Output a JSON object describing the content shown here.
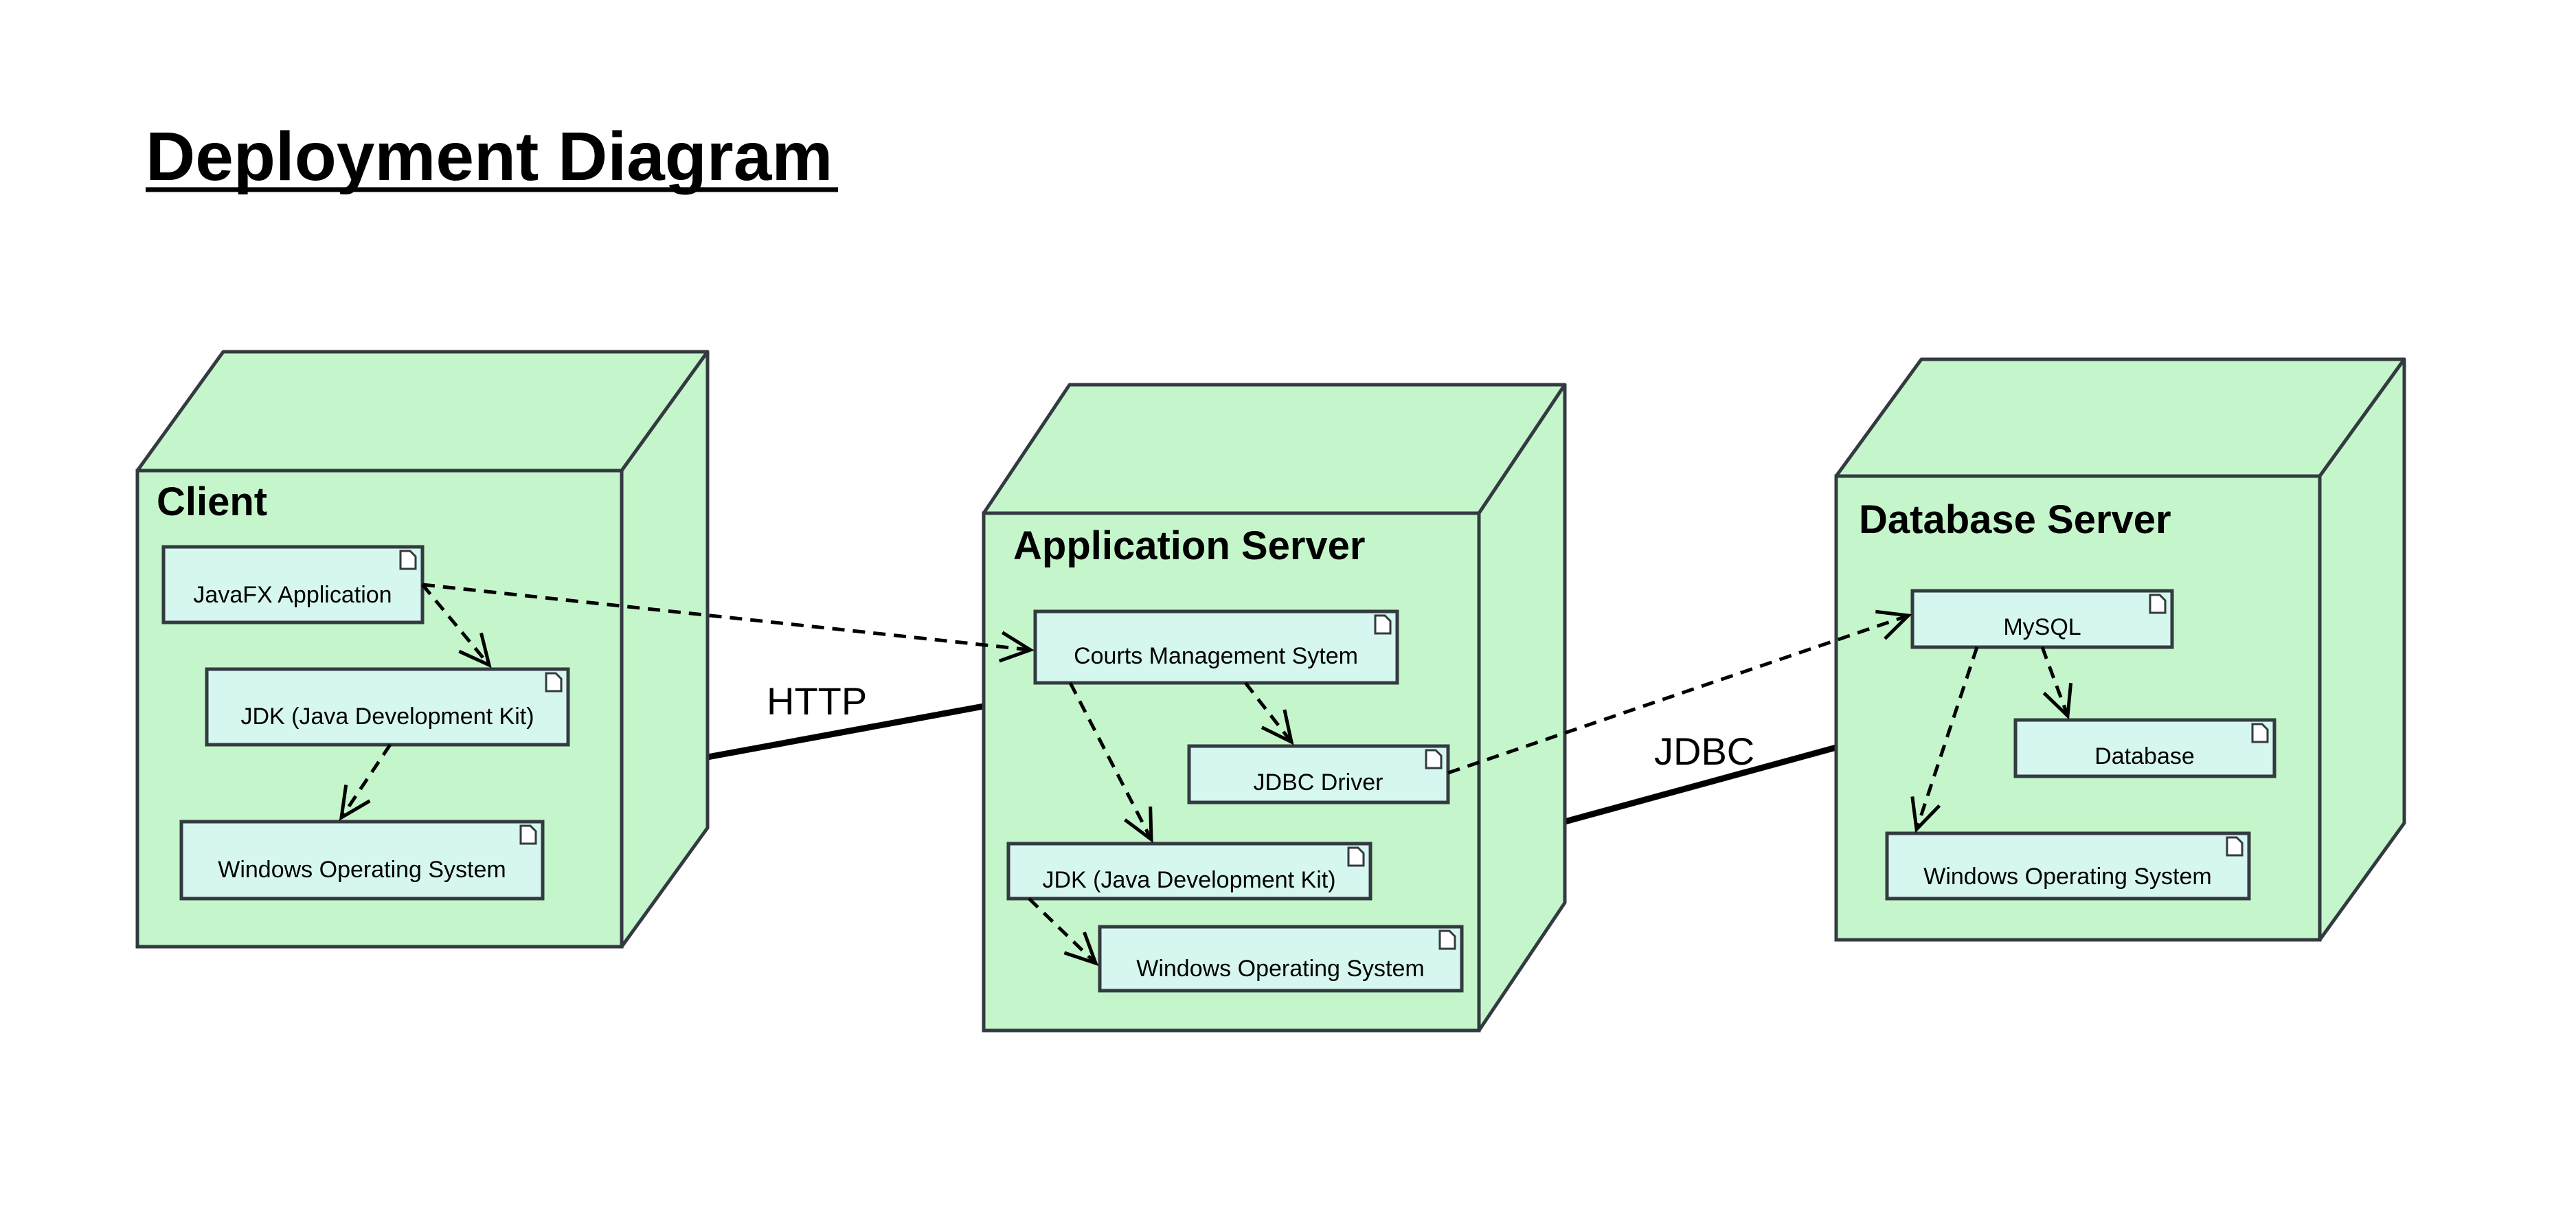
{
  "title": "Deployment Diagram",
  "colors": {
    "node_fill": "#c5f6cb",
    "component_fill": "#d6f7ef",
    "stroke": "#333a40"
  },
  "nodes": [
    {
      "id": "client",
      "title": "Client",
      "components": [
        {
          "id": "client-javafx",
          "label": "JavaFX Application"
        },
        {
          "id": "client-jdk",
          "label": "JDK (Java Development Kit)"
        },
        {
          "id": "client-windows",
          "label": "Windows Operating System"
        }
      ]
    },
    {
      "id": "appserver",
      "title": "Application Server",
      "components": [
        {
          "id": "app-courts",
          "label": "Courts Management Sytem"
        },
        {
          "id": "app-jdbc",
          "label": "JDBC Driver"
        },
        {
          "id": "app-jdk",
          "label": "JDK (Java Development Kit)"
        },
        {
          "id": "app-windows",
          "label": "Windows Operating System"
        }
      ]
    },
    {
      "id": "dbserver",
      "title": "Database Server",
      "components": [
        {
          "id": "db-mysql",
          "label": "MySQL"
        },
        {
          "id": "db-database",
          "label": "Database"
        },
        {
          "id": "db-windows",
          "label": "Windows Operating System"
        }
      ]
    }
  ],
  "connections": [
    {
      "from": "client",
      "to": "appserver",
      "label": "HTTP"
    },
    {
      "from": "appserver",
      "to": "dbserver",
      "label": "JDBC"
    }
  ],
  "dependencies": [
    {
      "from": "client-javafx",
      "to": "client-jdk"
    },
    {
      "from": "client-jdk",
      "to": "client-windows"
    },
    {
      "from": "client-javafx",
      "to": "app-courts"
    },
    {
      "from": "app-courts",
      "to": "app-jdbc"
    },
    {
      "from": "app-courts",
      "to": "app-jdk"
    },
    {
      "from": "app-jdk",
      "to": "app-windows"
    },
    {
      "from": "app-jdbc",
      "to": "db-mysql"
    },
    {
      "from": "db-mysql",
      "to": "db-database"
    },
    {
      "from": "db-mysql",
      "to": "db-windows"
    }
  ]
}
